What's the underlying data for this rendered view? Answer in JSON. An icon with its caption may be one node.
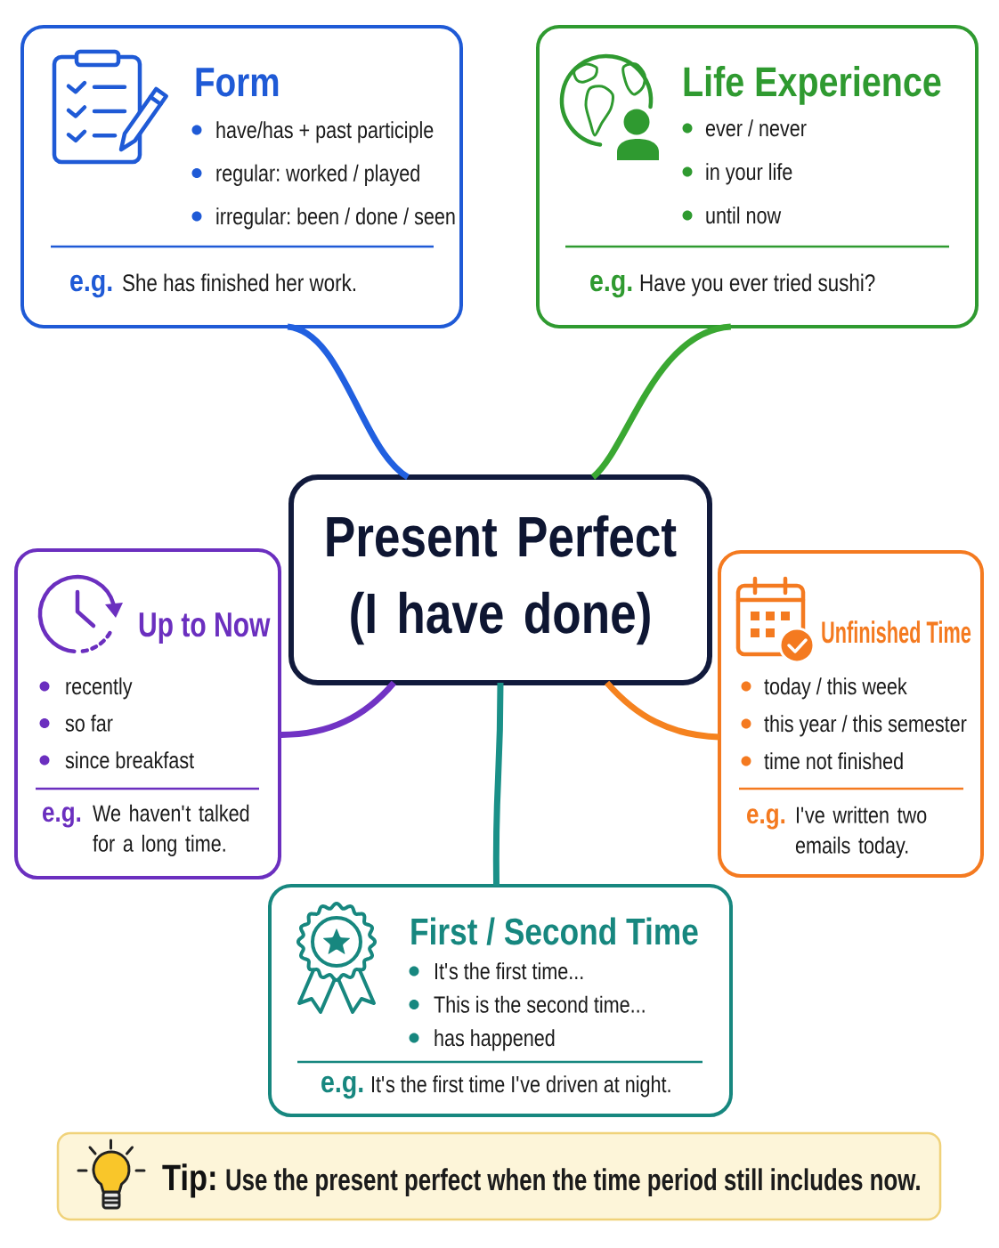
{
  "diagram": {
    "nodes": [
      {
        "text": [
          "Form",
          "have/has + past participle",
          "regular: worked / played",
          "irregular: been / done / seen",
          "e.g.",
          "She has finished her work."
        ]
      },
      {
        "text": [
          "Life Experience",
          "ever / never",
          "in your life",
          "until now",
          "e.g.",
          "Have you ever tried sushi?"
        ]
      },
      {
        "text": [
          "Present Perfect (I have done)"
        ]
      },
      {
        "text": [
          "Up to Now",
          "recently",
          "so far",
          "since breakfast",
          "e.g.",
          "We haven't talked for a long time."
        ]
      },
      {
        "text": [
          "Unfinished Time",
          "today / this week",
          "this year / this semester",
          "time not finished",
          "e.g.",
          "I've written two emails today."
        ]
      },
      {
        "text": [
          "First / Second Time",
          "It's the first time...",
          "This is the second time...",
          "has happened",
          "e.g.",
          "It's the first time I've driven at night."
        ]
      },
      {
        "text": [
          "Tip:",
          "Use the present perfect when the time period still includes now."
        ]
      }
    ],
    "edges": [
      {
        "from": 2,
        "to": 0,
        "arrow": "none",
        "color": "#2160e0"
      },
      {
        "from": 2,
        "to": 1,
        "arrow": "none",
        "color": "#3aa832"
      },
      {
        "from": 2,
        "to": 3,
        "arrow": "none",
        "color": "#7133c4"
      },
      {
        "from": 2,
        "to": 4,
        "arrow": "none",
        "color": "#f5821f"
      },
      {
        "from": 2,
        "to": 5,
        "arrow": "none",
        "color": "#1a9088"
      }
    ]
  }
}
